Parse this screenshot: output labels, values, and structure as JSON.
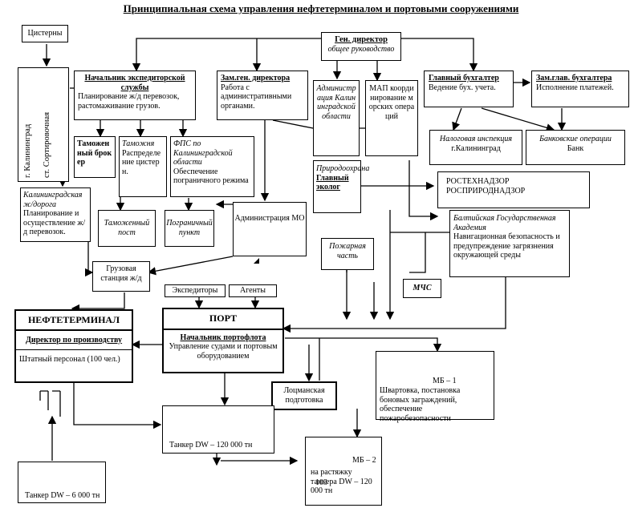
{
  "title": "Принципиальная схема управления нефтетерминалом и портовыми сооружениями",
  "page_number": "103",
  "boxes": {
    "tanks": "Цистерны",
    "kaliningrad_station": [
      "г. Калининград",
      "ст. Сортировочная"
    ],
    "gen_director": {
      "title": "Ген. директор",
      "sub": "общее руководство"
    },
    "expedition_head": {
      "title": "Начальник экспедиторской службы",
      "text": "Планирование ж/д перевозок, растомаживание грузов."
    },
    "deputy_director": {
      "title": "Зам.ген. директора",
      "text": "Работа с административными органами."
    },
    "regional_admin": "Администрация Калининградской области",
    "map": "МАП координирование морских операций",
    "chief_accountant": {
      "title": "Главный бухгалтер",
      "text": "Ведение бух. учета."
    },
    "deputy_accountant": {
      "title": "Зам.глав. бухгалтера",
      "text": "Исполнение платежей."
    },
    "customs_broker": "Таможенный брокер",
    "customs": {
      "title": "Таможня",
      "text": "Распределение цистерн."
    },
    "fps": {
      "title": "ФПС по Калининградской области",
      "text": "Обеспечение пограничного режима"
    },
    "tax": {
      "title": "Налоговая инспекция",
      "text": "г.Калининград"
    },
    "bank": {
      "title": "Банковские операции",
      "text": "Банк"
    },
    "ecologist": {
      "title": "Природоохрана",
      "text": "Главный эколог"
    },
    "rostech": [
      "РОСТЕХНАДЗОР",
      "РОСПРИРОДНАДЗОР"
    ],
    "railway": {
      "title": "Калининградская ж/дорога",
      "text": "Планирование и осуществление ж/д перевозок."
    },
    "customs_post": "Таможенный пост",
    "border_point": "Пограничный пункт",
    "admin_mo": "Администрация МО",
    "baltic_academy": {
      "title": "Балтийская Государственная Академия",
      "text": "Навигационная безопасность и предупреждение загрязнения окружающей среды"
    },
    "fire": "Пожарная часть",
    "mchs": "МЧС",
    "cargo_station": "Грузовая станция ж/д",
    "forwarders": "Экспедиторы",
    "agents": "Агенты",
    "oil_terminal": {
      "title": "НЕФТЕТЕРМИНАЛ",
      "director": "Директор по производству",
      "staff": "Штатный персонал (100 чел.)"
    },
    "port": {
      "title": "ПОРТ",
      "head": "Начальник портофлота",
      "text": "Управление судами и портовым оборудованием"
    },
    "mb1": {
      "title": "МБ – 1",
      "text": "Швартовка, постановка боновых заграждений, обеспечение пожаробезопасности"
    },
    "pilot": "Лоцманская подготовка",
    "tanker_big": "Танкер DW – 120 000 тн",
    "tanker_small": "Танкер DW – 6 000 тн",
    "mb2": {
      "title": "МБ – 2",
      "text": "на растяжку танкера DW – 120 000 тн"
    }
  }
}
